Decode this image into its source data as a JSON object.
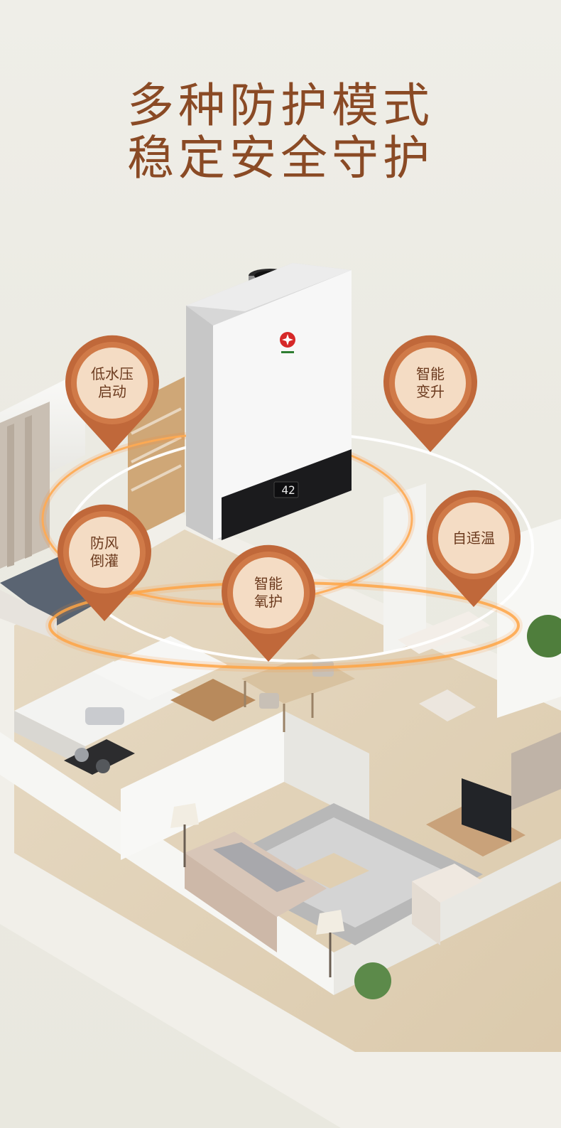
{
  "headline": {
    "line1": "多种防护模式",
    "line2": "稳定安全守护"
  },
  "heater": {
    "display_value": "42"
  },
  "features": [
    {
      "label": "低水压\n启动"
    },
    {
      "label": "智能\n变升"
    },
    {
      "label": "防风\n倒灌"
    },
    {
      "label": "自适温"
    },
    {
      "label": "智能\n氧护"
    }
  ],
  "colors": {
    "headline": "#8a4a25",
    "pin_outer": "#c0683a",
    "pin_inner": "#f4dcc4",
    "ring": "#f1d9a8"
  }
}
